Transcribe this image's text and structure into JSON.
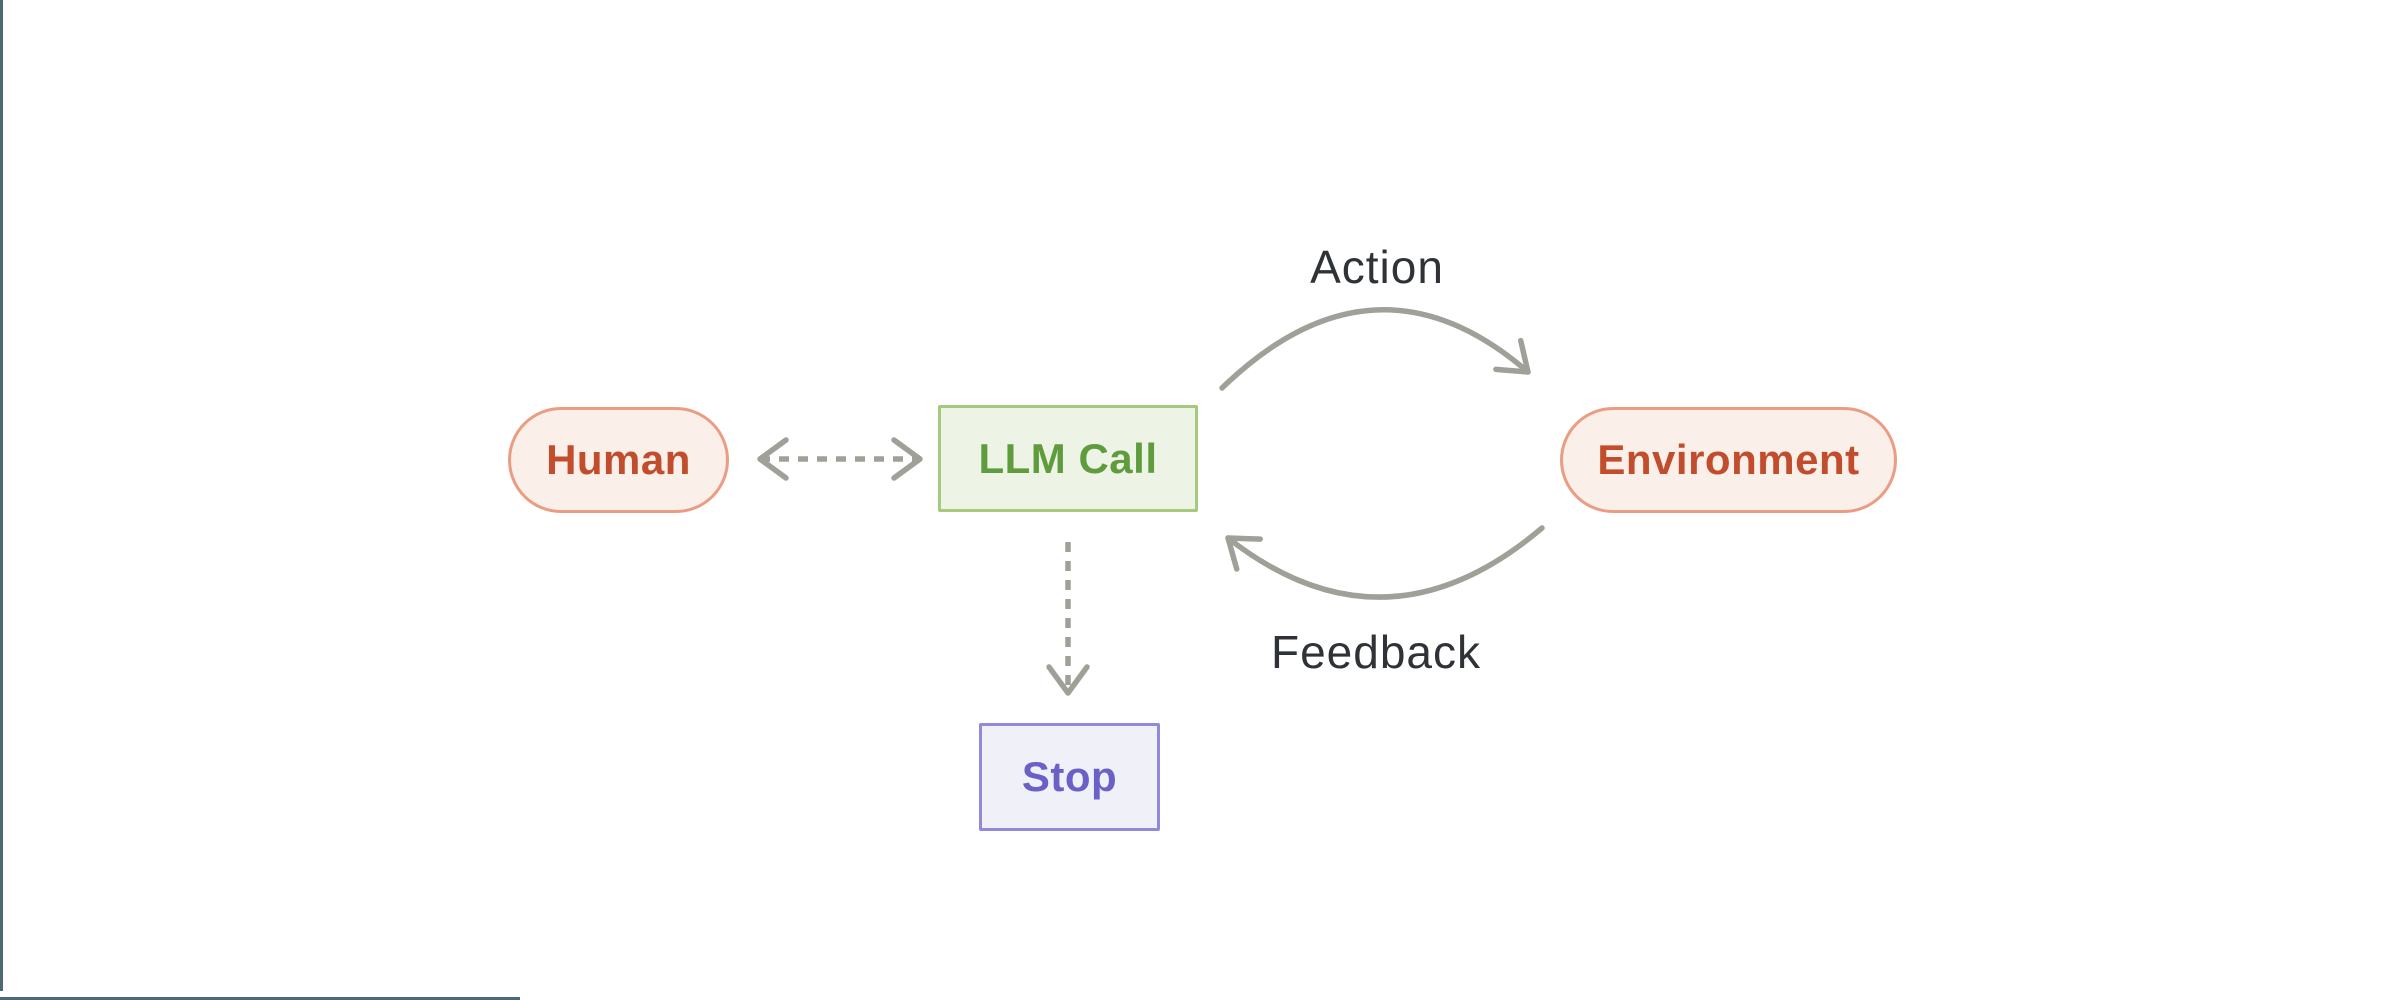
{
  "diagram": {
    "nodes": {
      "human": {
        "label": "Human",
        "shape": "pill",
        "text_color": "#C14D2C",
        "background": "#FAEFE9",
        "border_color": "#EA9D83"
      },
      "llm_call": {
        "label": "LLM Call",
        "shape": "rect",
        "text_color": "#5E9C3E",
        "background": "#EDF3E5",
        "border_color": "#A6CA7D"
      },
      "environment": {
        "label": "Environment",
        "shape": "pill",
        "text_color": "#C14D2C",
        "background": "#FAEFE9",
        "border_color": "#EA9D83"
      },
      "stop": {
        "label": "Stop",
        "shape": "rect",
        "text_color": "#6B5FC8",
        "background": "#F0F0F9",
        "border_color": "#9189DC"
      }
    },
    "edges": [
      {
        "name": "human-llm",
        "style": "dashed",
        "arrowheads": "both",
        "from": "human",
        "to": "llm_call",
        "label": ""
      },
      {
        "name": "action",
        "style": "solid-curved",
        "arrowheads": "end",
        "from": "llm_call",
        "to": "environment",
        "label": "Action"
      },
      {
        "name": "feedback",
        "style": "solid-curved",
        "arrowheads": "end",
        "from": "environment",
        "to": "llm_call",
        "label": "Feedback"
      },
      {
        "name": "llm-stop",
        "style": "dashed",
        "arrowheads": "end",
        "from": "llm_call",
        "to": "stop",
        "label": ""
      }
    ],
    "colors": {
      "arrow": "#A0A099",
      "edge_label_text": "#2F3337",
      "page_edge_line": "#4E6876",
      "canvas_background": "#FFFFFF"
    }
  }
}
